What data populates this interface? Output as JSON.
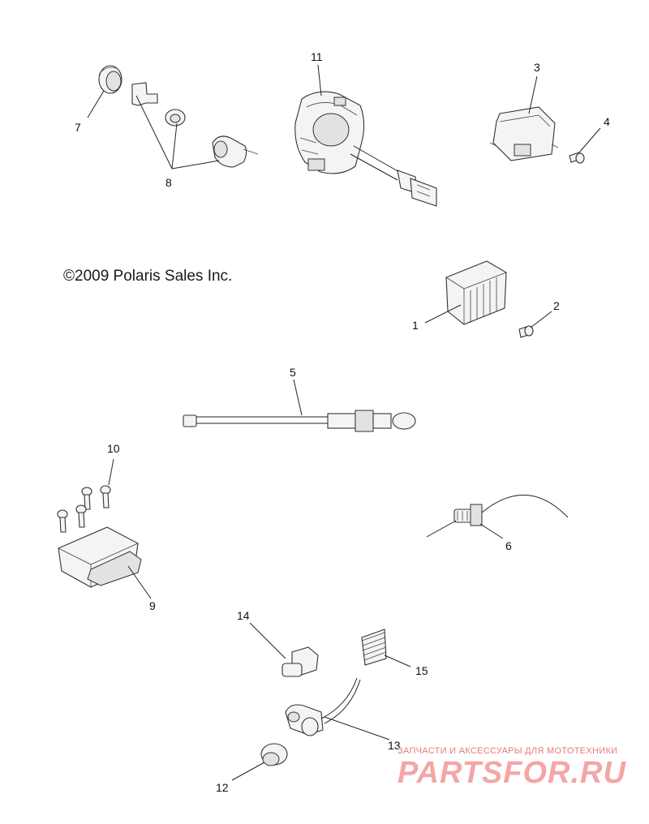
{
  "copyright": "©2009 Polaris Sales Inc.",
  "watermark": {
    "tagline": "ЗАПЧАСТИ И АКСЕССУАРЫ ДЛЯ МОТОТЕХНИКИ",
    "brand": "PARTSFOR.RU"
  },
  "callouts": {
    "c1": "1",
    "c2": "2",
    "c3": "3",
    "c4": "4",
    "c5": "5",
    "c6": "6",
    "c7": "7",
    "c8": "8",
    "c9": "9",
    "c10": "10",
    "c11": "11",
    "c12": "12",
    "c13": "13",
    "c14": "14",
    "c15": "15"
  }
}
